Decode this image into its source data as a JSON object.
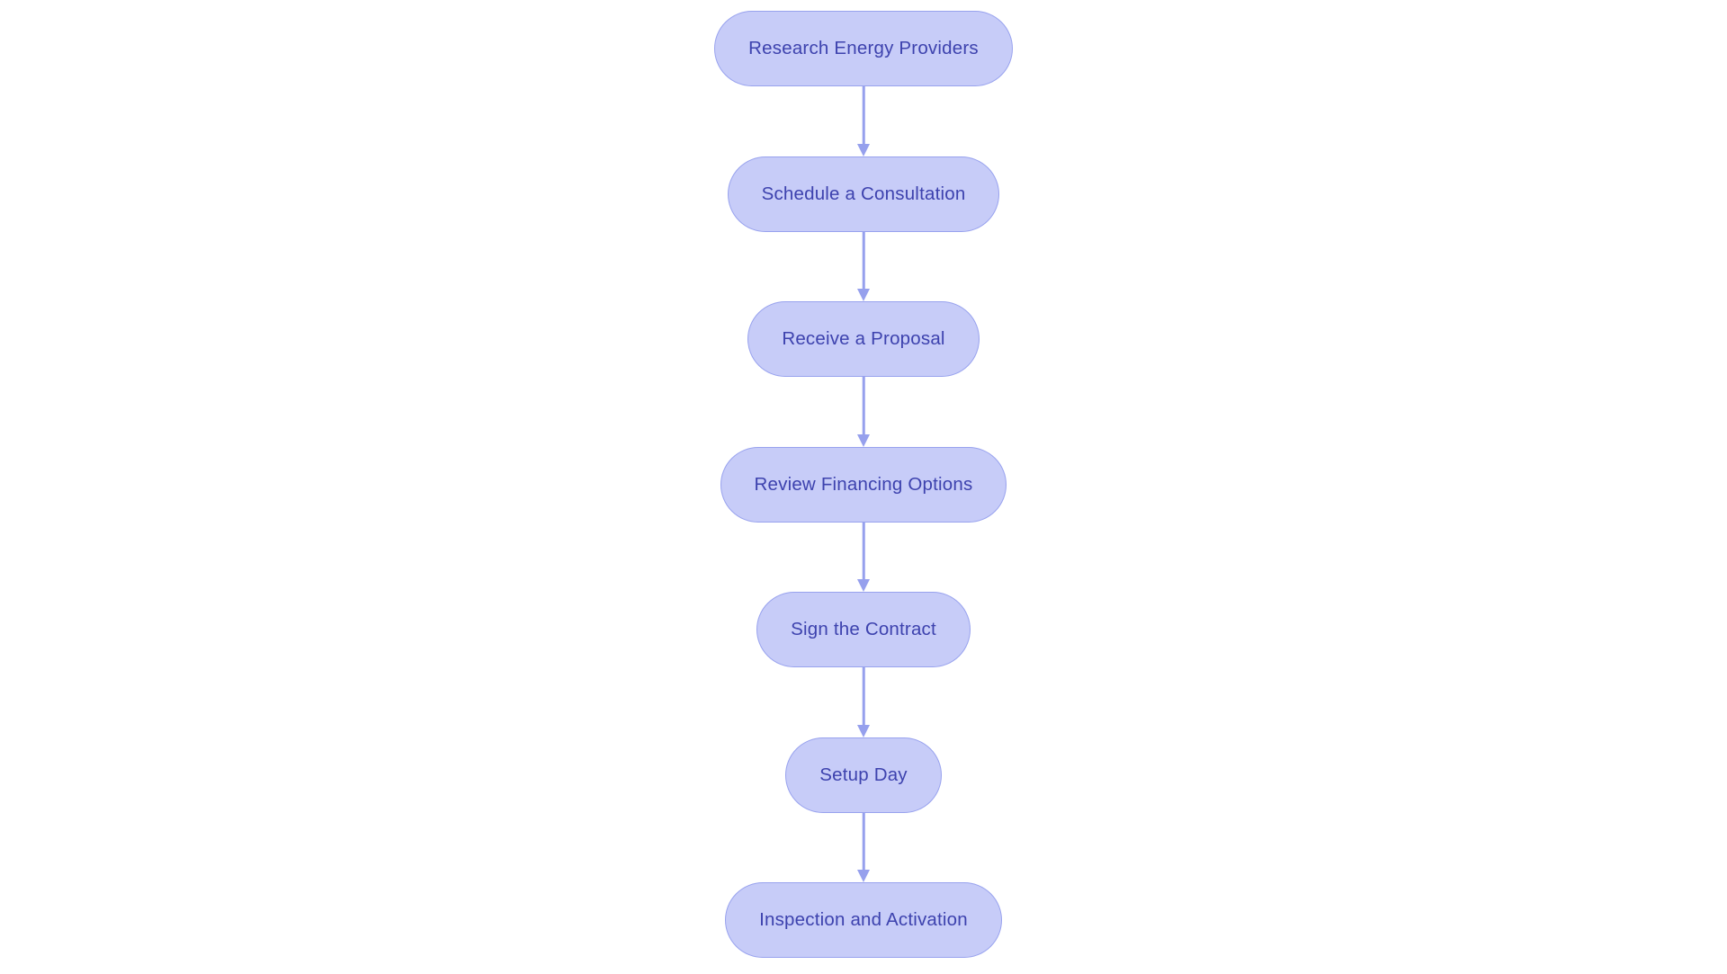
{
  "diagram": {
    "type": "flowchart",
    "direction": "top-down",
    "nodes": [
      {
        "id": "n1",
        "label": "Research Energy Providers"
      },
      {
        "id": "n2",
        "label": "Schedule a Consultation"
      },
      {
        "id": "n3",
        "label": "Receive a Proposal"
      },
      {
        "id": "n4",
        "label": "Review Financing Options"
      },
      {
        "id": "n5",
        "label": "Sign the Contract"
      },
      {
        "id": "n6",
        "label": "Setup Day"
      },
      {
        "id": "n7",
        "label": "Inspection and Activation"
      }
    ],
    "edges": [
      {
        "from": "n1",
        "to": "n2"
      },
      {
        "from": "n2",
        "to": "n3"
      },
      {
        "from": "n3",
        "to": "n4"
      },
      {
        "from": "n4",
        "to": "n5"
      },
      {
        "from": "n5",
        "to": "n6"
      },
      {
        "from": "n6",
        "to": "n7"
      }
    ],
    "colors": {
      "background": "#ffffff",
      "node_fill": "#c7ccf8",
      "node_border": "#98a2ee",
      "node_text": "#3d42ae",
      "arrow": "#96a0ed"
    }
  }
}
